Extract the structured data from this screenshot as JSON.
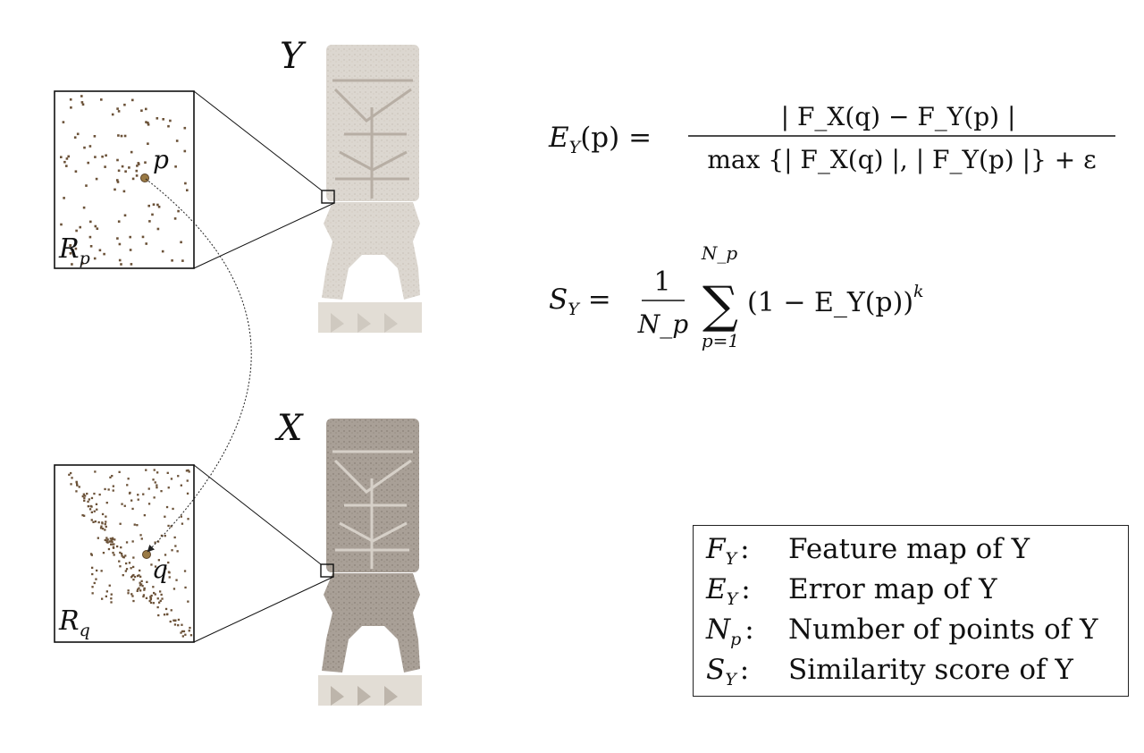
{
  "labels": {
    "top_object": "Y",
    "bottom_object": "X",
    "point_p": "p",
    "point_q": "q",
    "region_p": "R",
    "region_p_sub": "p",
    "region_q": "R",
    "region_q_sub": "q"
  },
  "equations": {
    "error_lhs": "E",
    "error_lhs_sub": "Y",
    "error_lhs_arg": "(p) =",
    "error_numerator": "| F_X(q) − F_Y(p) |",
    "error_denominator": "max {| F_X(q) |, | F_Y(p) |} + ε",
    "score_lhs": "S",
    "score_lhs_sub": "Y",
    "score_eq": "=",
    "score_frac_num": "1",
    "score_frac_den": "N_p",
    "score_sum_top": "N_p",
    "score_sum_bottom": "p=1",
    "score_body": "(1 − E_Y(p))",
    "score_exp": "k"
  },
  "legend": [
    {
      "sym": "F",
      "sub": "Y",
      "text": "Feature map of Y"
    },
    {
      "sym": "E",
      "sub": "Y",
      "text": "Error map of Y"
    },
    {
      "sym": "N",
      "sub": "p",
      "text": "Number of points of Y"
    },
    {
      "sym": "S",
      "sub": "Y",
      "text": "Similarity score of Y"
    }
  ],
  "colors": {
    "statue_light": "#d9d4cd",
    "statue_dark": "#8f857b",
    "point_brown": "#6b5238",
    "point_highlight": "#9a7a45"
  }
}
